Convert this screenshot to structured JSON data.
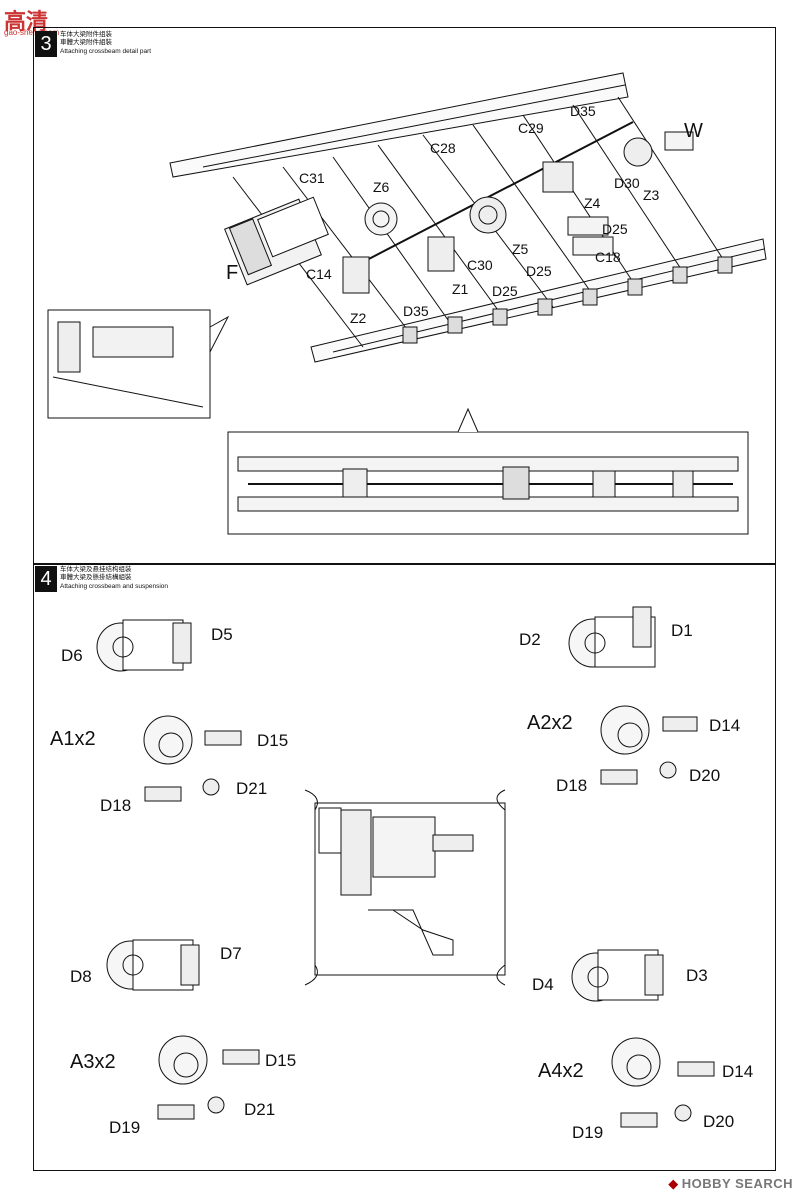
{
  "watermark_top": {
    "text": "高清",
    "url": "gao-sheng.com"
  },
  "watermark_bottom": {
    "text": "HOBBY SEARCH"
  },
  "step3": {
    "number": "3",
    "caption_cn1": "车体大梁附件组装",
    "caption_cn2": "車體大梁附件組裝",
    "caption_en": "Attaching crossbeam detail part",
    "labels": {
      "W": "W",
      "D35a": "D35",
      "C29": "C29",
      "C28": "C28",
      "C31": "C31",
      "Z6": "Z6",
      "D30": "D30",
      "Z3": "Z3",
      "Z4": "Z4",
      "D25a": "D25",
      "F": "F",
      "C18": "C18",
      "Z5": "Z5",
      "C30": "C30",
      "D25b": "D25",
      "D25c": "D25",
      "C14": "C14",
      "Z1": "Z1",
      "D35b": "D35",
      "Z2": "Z2"
    }
  },
  "step4": {
    "number": "4",
    "caption_cn1": "车体大梁及悬挂结构组装",
    "caption_cn2": "車體大梁及懸掛結構組裝",
    "caption_en": "Attaching crossbeam and suspension",
    "labels": {
      "D6": "D6",
      "D5": "D5",
      "D2": "D2",
      "D1": "D1",
      "A1x2": "A1x2",
      "D15a": "D15",
      "D21a": "D21",
      "D18a": "D18",
      "A2x2": "A2x2",
      "D14a": "D14",
      "D20a": "D20",
      "D18b": "D18",
      "D8": "D8",
      "D7": "D7",
      "D4": "D4",
      "D3": "D3",
      "A3x2": "A3x2",
      "D15b": "D15",
      "D21b": "D21",
      "D19a": "D19",
      "A4x2": "A4x2",
      "D14b": "D14",
      "D20b": "D20",
      "D19b": "D19"
    }
  }
}
